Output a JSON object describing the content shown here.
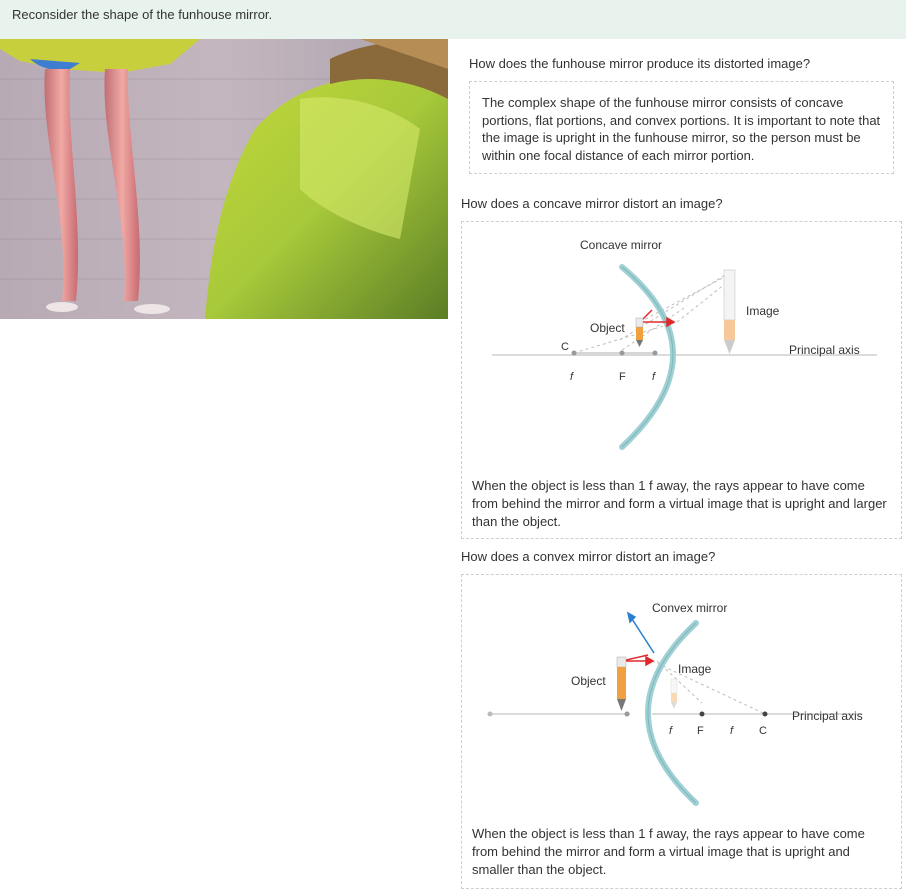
{
  "prompt": "Reconsider the shape of the funhouse mirror.",
  "q1": {
    "question": "How does the funhouse mirror produce its distorted image?",
    "answer": "The complex shape of the funhouse mirror consists of concave portions, flat portions, and convex portions. It is important to note that the image is upright in the funhouse mirror, so the person must be within one focal distance of each mirror portion."
  },
  "q2": {
    "question": "How does a concave mirror distort an image?",
    "title": "Concave mirror",
    "object_label": "Object",
    "image_label": "Image",
    "axis_label": "Principal axis",
    "c_label": "C",
    "f1": "f",
    "F": "F",
    "f2": "f",
    "caption": "When the object is less than 1 f away, the rays appear to have come from behind the mirror and form a virtual image that is upright and larger than the object."
  },
  "q3": {
    "question": "How does a convex mirror distort an image?",
    "title": "Convex mirror",
    "object_label": "Object",
    "image_label": "Image",
    "axis_label": "Principal axis",
    "f1": "f",
    "F": "F",
    "f2": "f",
    "c_label": "C",
    "caption": "When the object is less than 1 f away, the rays appear to have come from behind the mirror and form a virtual image that is upright and smaller than the object."
  },
  "colors": {
    "header_bg": "#e8f3ee",
    "mirror": "#9fd0d4",
    "ray_red": "#e0282d",
    "ray_blue": "#2a7fd1",
    "pen_orange": "#f0a040"
  }
}
